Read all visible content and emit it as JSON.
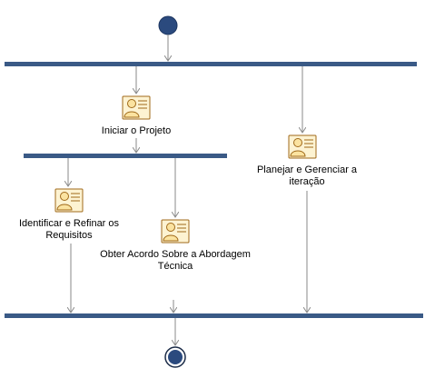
{
  "diagram": {
    "activities": [
      {
        "id": "iniciar",
        "lines": [
          "Iniciar o Projeto"
        ]
      },
      {
        "id": "planejar",
        "lines": [
          "Planejar e Gerenciar a",
          "iteração"
        ]
      },
      {
        "id": "identificar",
        "lines": [
          "Identificar e Refinar os",
          "Requisitos"
        ]
      },
      {
        "id": "obter",
        "lines": [
          "Obter Acordo Sobre a Abordagem",
          "Técnica"
        ]
      }
    ],
    "icon": "role-activity-icon",
    "colors": {
      "node": "#2b4a7e",
      "bar": "#3a5a86",
      "arrow": "#8a8a8a",
      "icon_fill": "#fbe3a0",
      "icon_stroke": "#a06a1a"
    }
  }
}
